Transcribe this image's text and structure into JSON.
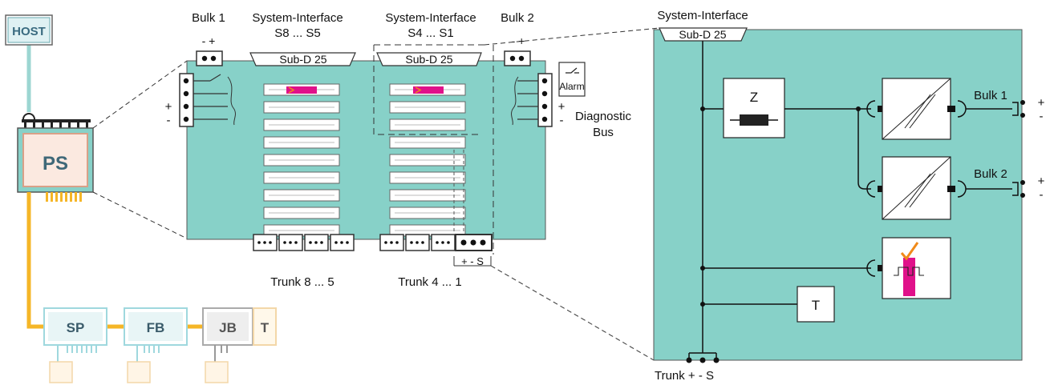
{
  "topology": {
    "host_label": "HOST",
    "ps_label": "PS",
    "sp_label": "SP",
    "fb_label": "FB",
    "jb_label": "JB",
    "t_label": "T"
  },
  "board": {
    "bulk1_label": "Bulk 1",
    "bulk2_label": "Bulk 2",
    "si_left_title": "System-Interface",
    "si_left_range": "S8 ... S5",
    "si_right_title": "System-Interface",
    "si_right_range": "S4 ... S1",
    "connector_left": "Sub-D 25",
    "connector_right": "Sub-D 25",
    "bulk1_polarity": "-  +",
    "bulk2_polarity": "-  +",
    "left_plus": "+",
    "left_minus": "-",
    "right_plus": "+",
    "right_minus": "-",
    "alarm_label": "Alarm",
    "diagnostic_label": "Diagnostic",
    "bus_label": "Bus",
    "trunk_left_label": "Trunk 8 ... 5",
    "trunk_right_label": "Trunk 4 ... 1",
    "trunk_terminal_label": "+ -  S"
  },
  "detail": {
    "si_title": "System-Interface",
    "connector": "Sub-D 25",
    "z_label": "Z",
    "t_label": "T",
    "bulk1_label": "Bulk 1",
    "bulk2_label": "Bulk 2",
    "bulk1_plus": "+",
    "bulk1_minus": "-",
    "bulk2_plus": "+",
    "bulk2_minus": "-",
    "trunk_label": "Trunk +  -  S"
  },
  "colors": {
    "board_fill": "#87d1c8",
    "trunk_line": "#f5b627",
    "host_line": "#9cd6d2",
    "module_pink": "#e0118a",
    "check_orange": "#f08a1a"
  }
}
